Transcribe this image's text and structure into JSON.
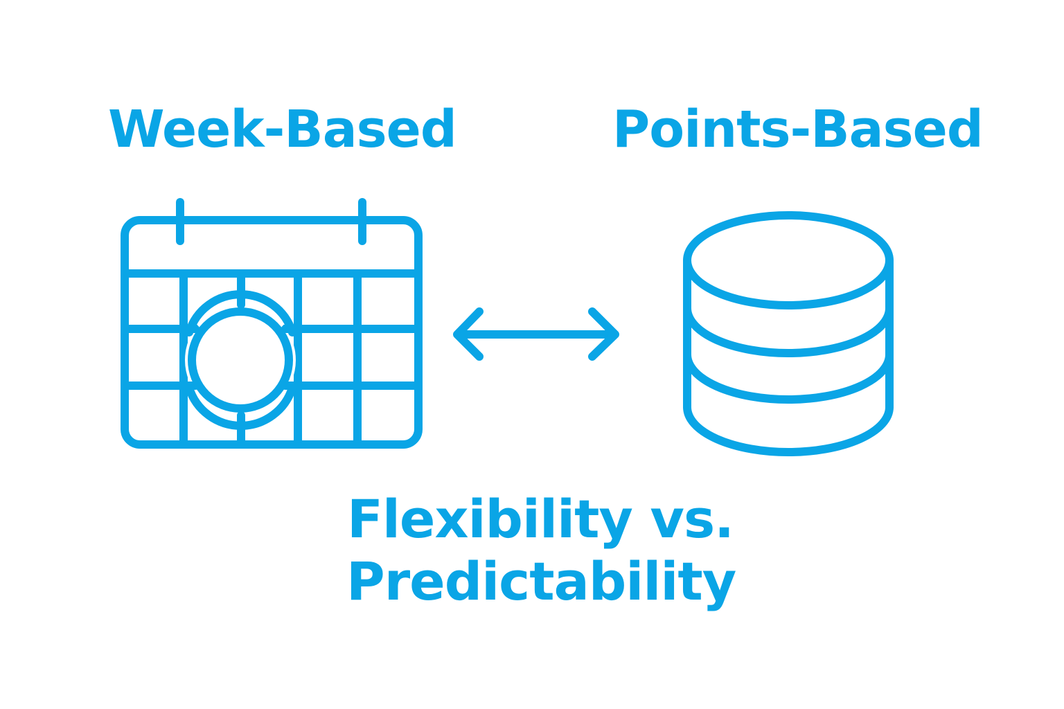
{
  "colors": {
    "accent": "#0aa5e6",
    "background": "#ffffff"
  },
  "left": {
    "title": "Week-Based",
    "icon": "calendar-icon"
  },
  "right": {
    "title": "Points-Based",
    "icon": "database-icon"
  },
  "connector": {
    "icon": "double-arrow-icon"
  },
  "caption": {
    "line1": "Flexibility vs.",
    "line2": "Predictability"
  }
}
